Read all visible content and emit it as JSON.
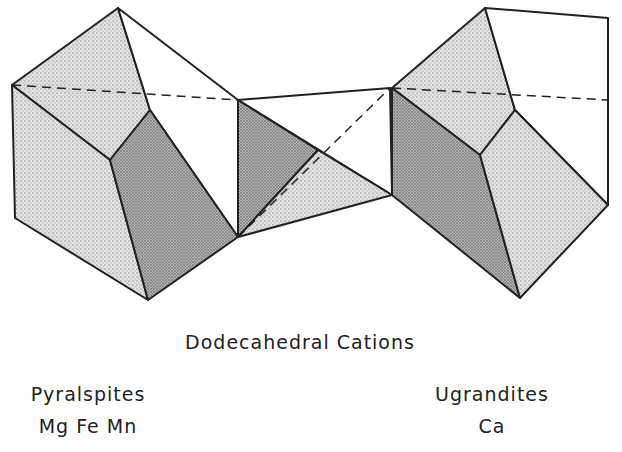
{
  "diagram": {
    "labels": [
      "Dodecahedral Cations",
      "Pyralspites",
      "Mg Fe Mn",
      "Ugrandites",
      "Ca"
    ]
  }
}
